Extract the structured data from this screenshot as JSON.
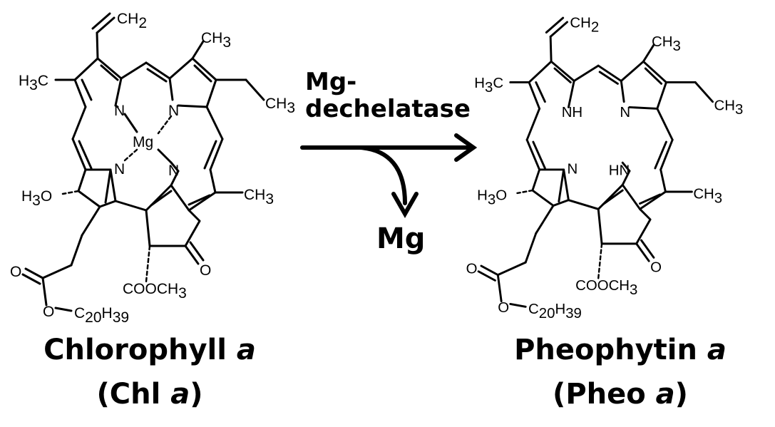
{
  "reactant": {
    "name": "Chlorophyll",
    "name_italic": "a",
    "abbr_open": "(Chl ",
    "abbr_italic": "a",
    "abbr_close": ")",
    "center_metal": "Mg"
  },
  "product": {
    "name": "Pheophytin",
    "name_italic": "a",
    "abbr_open": "(Pheo ",
    "abbr_italic": "a",
    "abbr_close": ")",
    "nh_top": "NH",
    "hn_bottom": "HN"
  },
  "reaction": {
    "enzyme_line1": "Mg-",
    "enzyme_line2": "dechelatase",
    "released": "Mg"
  },
  "atoms": {
    "N": "N",
    "O": "O",
    "H3C": "H",
    "C": "C",
    "H": "H",
    "CH": "CH",
    "three": "3",
    "two": "2",
    "H3O": "H",
    "COOCH": "COOCH",
    "C_sub": "C",
    "twenty": "20",
    "H_sub": "H",
    "thirtynine": "39"
  }
}
